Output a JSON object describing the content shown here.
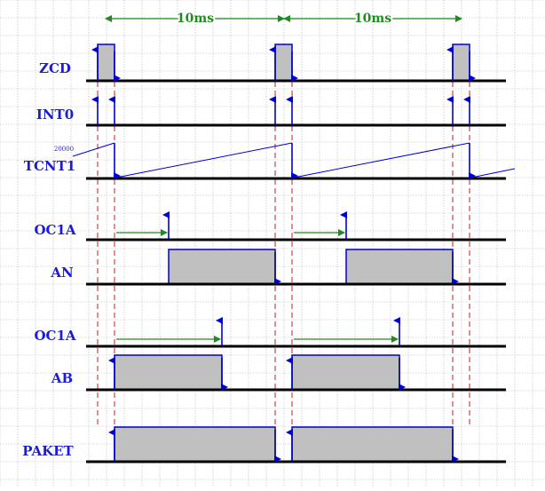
{
  "colors": {
    "background": "#ffffff",
    "grid": "#b4b4b4",
    "baseline": "#000000",
    "pulse_fill": "#c0c0c0",
    "edge": "#0000d0",
    "label": "#1c1cd6",
    "marker": "#c81e1e",
    "timing": "#1e8c1e"
  },
  "dimensions": [
    {
      "label": "10ms"
    },
    {
      "label": "10ms"
    }
  ],
  "signals": [
    {
      "label": "ZCD"
    },
    {
      "label": "INT0"
    },
    {
      "label": "TCNT1"
    },
    {
      "label": "OC1A"
    },
    {
      "label": "AN"
    },
    {
      "label": "OC1A"
    },
    {
      "label": "AB"
    },
    {
      "label": "PAKET"
    }
  ],
  "tcnt_max_label": "20000"
}
